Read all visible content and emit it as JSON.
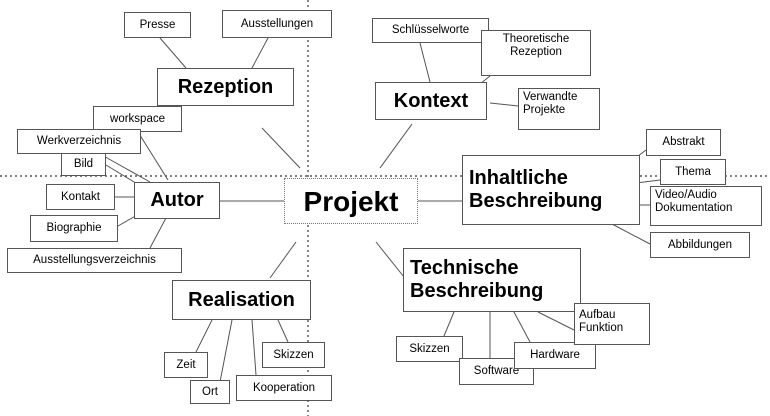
{
  "center": "Projekt",
  "categories": {
    "rezeption": "Rezeption",
    "kontext": "Kontext",
    "autor": "Autor",
    "inhalt": "Inhaltliche\nBeschreibung",
    "realisation": "Realisation",
    "technik": "Technische\nBeschreibung"
  },
  "rezeption_items": [
    "Presse",
    "Ausstellungen"
  ],
  "kontext_items": [
    "Schlüsselworte",
    "Theoretische\nRezeption",
    "Verwandte\nProjekte"
  ],
  "autor_items": [
    "workspace",
    "Werkverzeichnis",
    "Bild",
    "Kontakt",
    "Biographie",
    "Ausstellungsverzeichnis"
  ],
  "inhalt_items": [
    "Abstrakt",
    "Thema",
    "Video/Audio\nDokumentation",
    "Abbildungen"
  ],
  "realisation_items": [
    "Zeit",
    "Ort",
    "Skizzen",
    "Kooperation"
  ],
  "technik_items": [
    "Skizzen",
    "Software",
    "Hardware",
    "Aufbau\nFunktion"
  ],
  "colors": {
    "line": "#555555",
    "border": "#555555",
    "text": "#000000"
  }
}
